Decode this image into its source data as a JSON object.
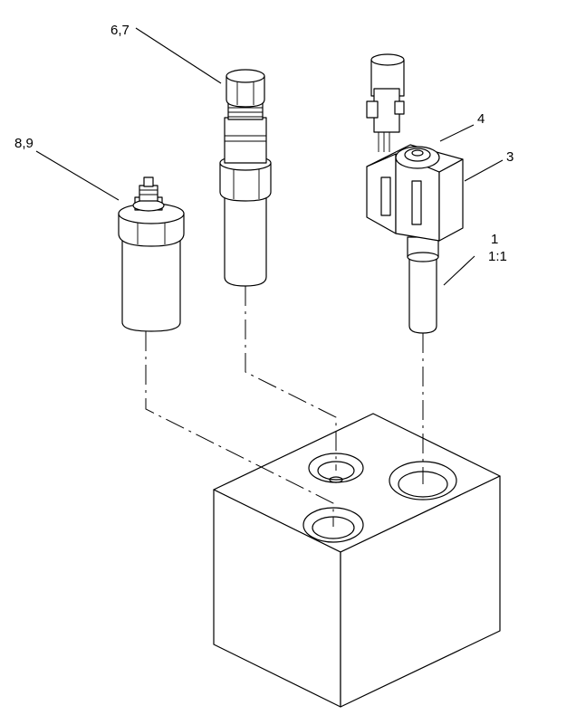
{
  "labels": {
    "item_6_7": "6,7",
    "item_8_9": "8,9",
    "item_4": "4",
    "item_3": "3",
    "item_1": "1",
    "item_1_scale": "1:1"
  }
}
